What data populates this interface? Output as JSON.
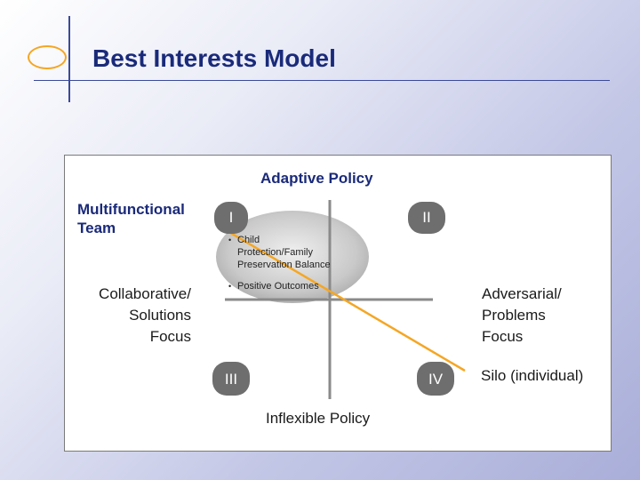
{
  "slide": {
    "title": "Best Interests Model"
  },
  "diagram": {
    "top_label": "Adaptive Policy",
    "bottom_label": "Inflexible Policy",
    "left_top_label": [
      "Multifunctional",
      "Team"
    ],
    "left_mid_label": [
      "Collaborative/",
      "Solutions",
      "Focus"
    ],
    "right_mid_label": [
      "Adversarial/",
      "Problems",
      "Focus"
    ],
    "right_bottom_label": "Silo (individual)",
    "quadrants": {
      "q1": "I",
      "q2": "II",
      "q3": "III",
      "q4": "IV"
    },
    "bullets": [
      [
        "Child",
        "Protection/Family",
        "Preservation Balance"
      ],
      [
        "Positive Outcomes"
      ]
    ],
    "colors": {
      "axis": "#8a8a8a",
      "quadrant_badge": "#6e6e6e",
      "highlight_oval": "#bdbdbd",
      "diagonal": "#f5a623",
      "label_blue": "#1a2a7a"
    }
  }
}
